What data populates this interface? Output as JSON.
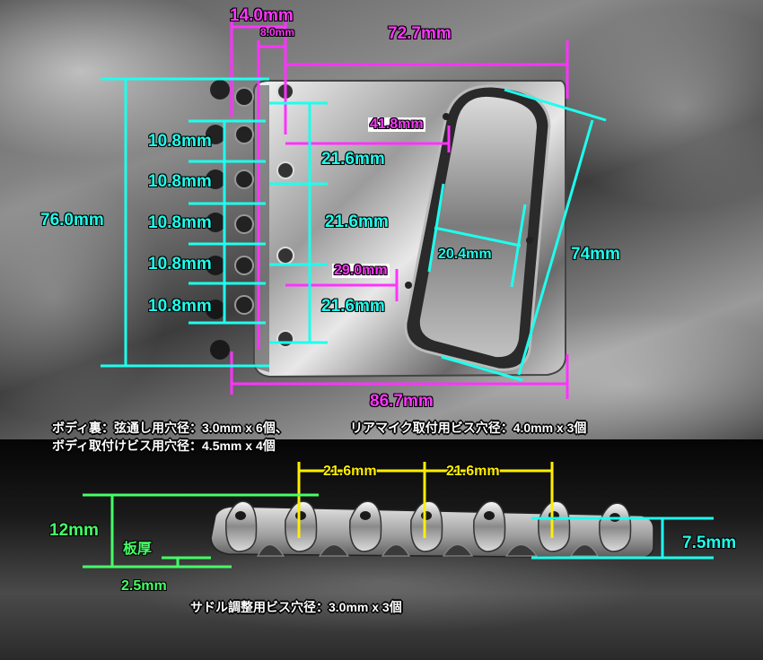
{
  "top_view": {
    "dim_saddle_spacing": "14.0mm",
    "dim_string_hole_offset": "8.0mm",
    "dim_plate_width_top": "72.7mm",
    "dim_pickup_offset": "41.8mm",
    "dim_height": "76.0mm",
    "dim_string_spacing": [
      "10.8mm",
      "10.8mm",
      "10.8mm",
      "10.8mm",
      "10.8mm"
    ],
    "dim_screw_spacing": [
      "21.6mm",
      "21.6mm",
      "21.6mm"
    ],
    "dim_pickup_width": "20.4mm",
    "dim_pickup_offset_2": "29.0mm",
    "dim_pickup_length": "74mm",
    "dim_plate_width_bottom": "86.7mm"
  },
  "notes": {
    "body_back_holes": "ボディ裏：弦通し用穴径：3.0mm x 6個、",
    "pickup_screw_holes": "リアマイク取付用ビス穴径：4.0mm x 3個",
    "body_mount_screw_holes": "ボディ取付けビス用穴径：4.5mm x 4個"
  },
  "side_view": {
    "dim_saddle_screw_spacing": [
      "21.6mm",
      "21.6mm"
    ],
    "dim_total_height": "12mm",
    "thickness_label": "板厚",
    "dim_thickness": "2.5mm",
    "dim_side_height": "7.5mm",
    "saddle_screw_holes": "サドル調整用ビス穴径：3.0mm x 3個"
  },
  "colors": {
    "cyan": "#1effee",
    "magenta": "#ff33ff",
    "yellow": "#ffee00",
    "green": "#44ff66"
  }
}
